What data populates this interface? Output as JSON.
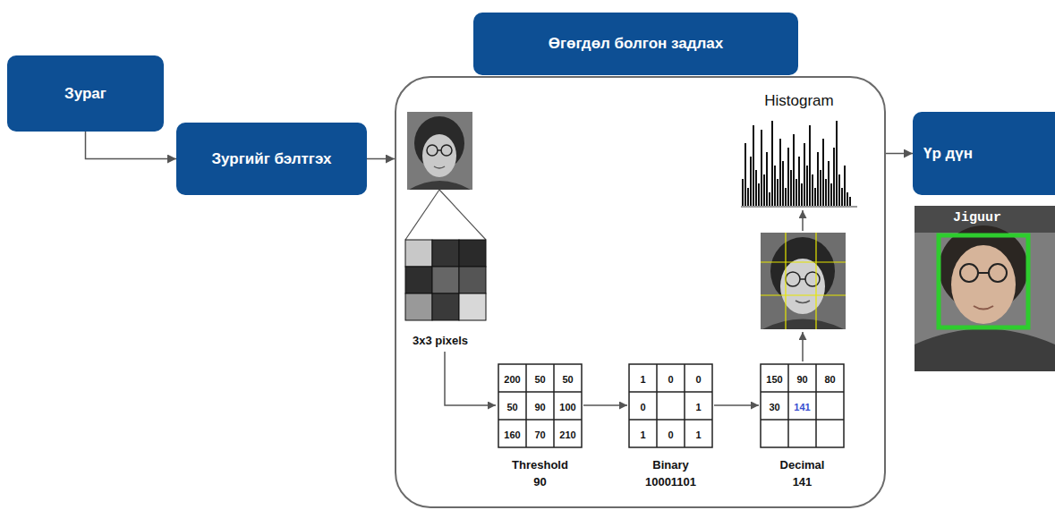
{
  "diagram": {
    "nodes": [
      {
        "text": [
          "Зураг"
        ]
      },
      {
        "text": [
          "Зургийг бэлтгэх"
        ]
      },
      {
        "text": [
          "Өгөгдөл болгон задлах"
        ]
      },
      {
        "text": [
          "Үр дүн"
        ]
      }
    ],
    "edges": [
      {
        "from": 0,
        "to": 1,
        "arrow": "to"
      },
      {
        "from": 1,
        "to": 2,
        "arrow": "to"
      },
      {
        "from": 2,
        "to": 3,
        "arrow": "to"
      }
    ],
    "labels": [
      "3x3 pixels",
      "200",
      "50",
      "50",
      "50",
      "90",
      "100",
      "160",
      "70",
      "210",
      "Threshold 90",
      "1",
      "0",
      "0",
      "0",
      "1",
      "1",
      "0",
      "1",
      "Binary 10001101",
      "150",
      "90",
      "80",
      "30",
      "141",
      "Decimal 141",
      "Histogram",
      "Jiguur"
    ]
  }
}
